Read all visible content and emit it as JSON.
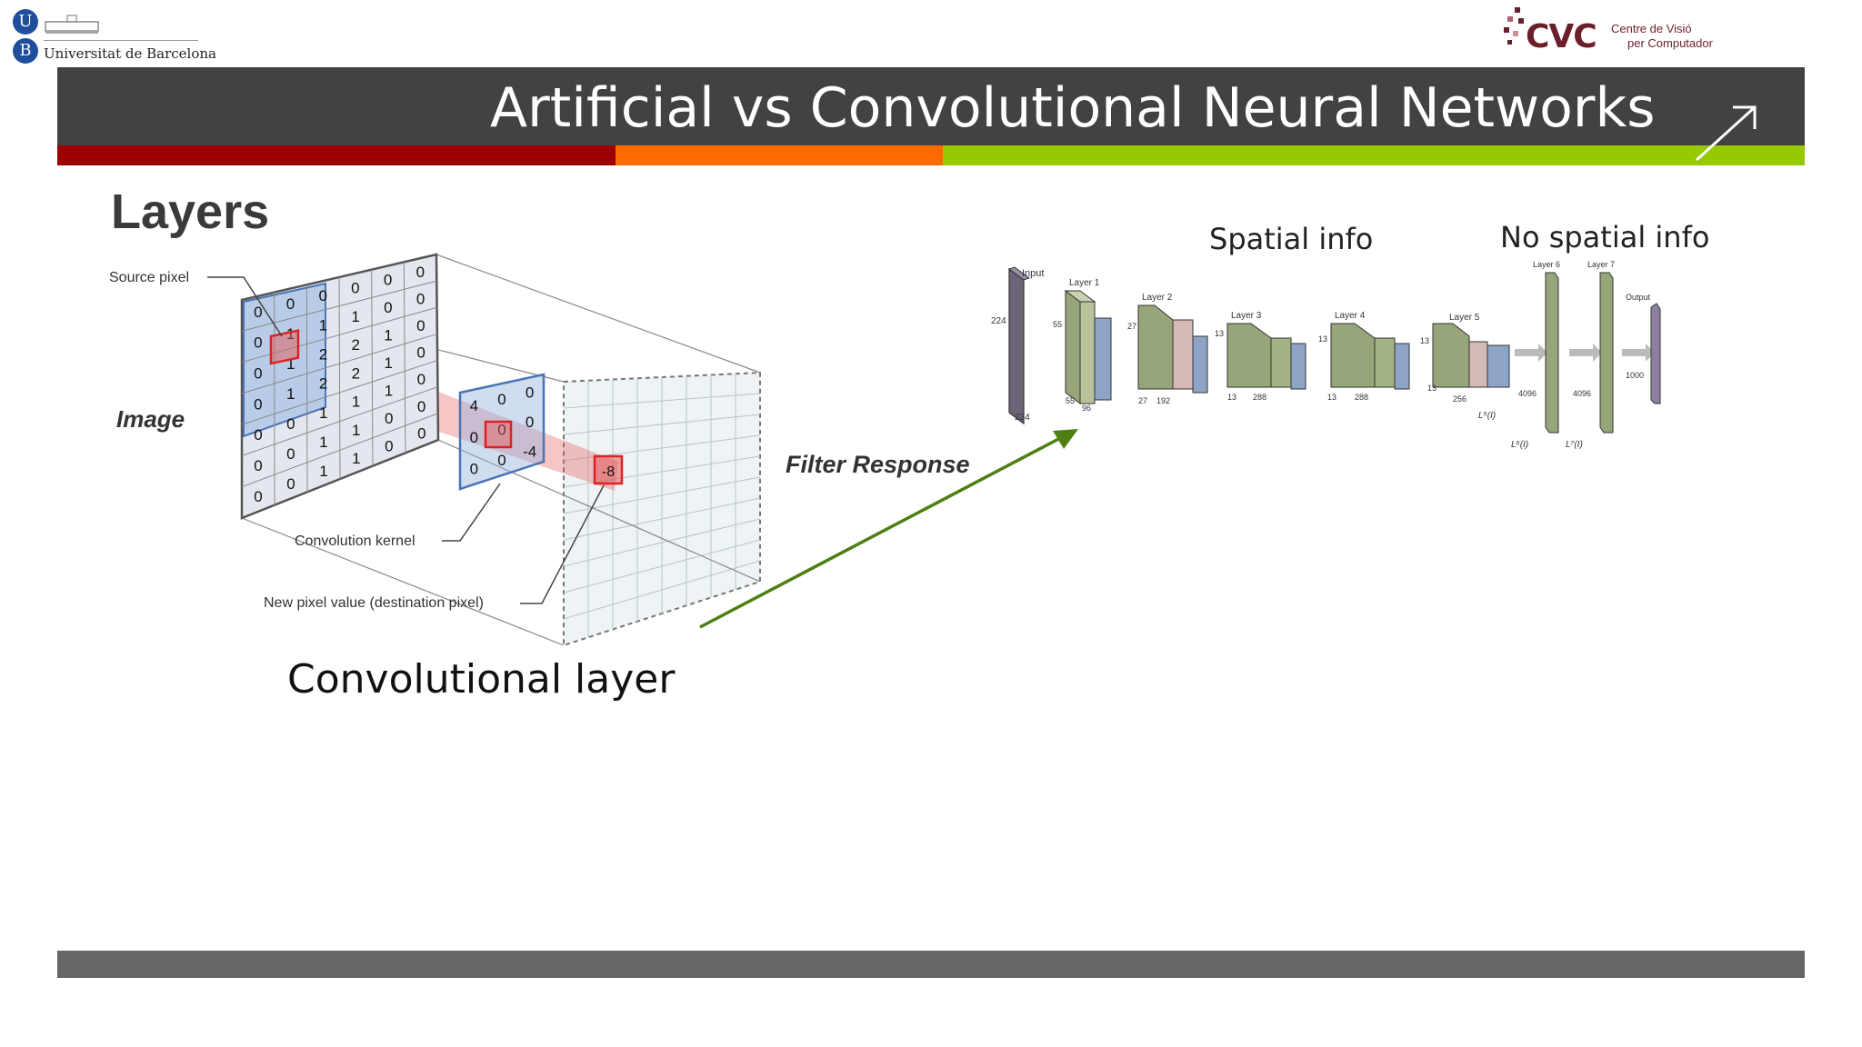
{
  "header": {
    "ub_logo": {
      "letter_u": "U",
      "letter_b": "B",
      "name": "Universitat de Barcelona"
    },
    "cvc_logo": {
      "mark": "CVC",
      "line1": "Centre de Visió",
      "line2": "per Computador"
    }
  },
  "slide": {
    "title": "Artificial vs Convolutional Neural Networks",
    "section_title": "Layers",
    "caption": "Convolutional layer",
    "arrow_label": "Filter Response",
    "colors": {
      "title_band": "#424242",
      "strip_red": "#9c0000",
      "strip_orange": "#ff6a00",
      "strip_green": "#97c900",
      "arrow": "#4d7f12",
      "footer": "#666666"
    }
  },
  "conv_figure": {
    "labels": {
      "source_pixel": "Source pixel",
      "image": "Image",
      "kernel": "Convolution kernel",
      "new_pixel": "New pixel value (destination pixel)"
    },
    "image_grid": [
      [
        "0",
        "0",
        "0",
        "0",
        "0",
        "0"
      ],
      [
        "0",
        "1",
        "1",
        "1",
        "0",
        "0"
      ],
      [
        "0",
        "1",
        "2",
        "2",
        "1",
        "0"
      ],
      [
        "0",
        "1",
        "2",
        "2",
        "1",
        "0"
      ],
      [
        "0",
        "0",
        "1",
        "1",
        "1",
        "0"
      ],
      [
        "0",
        "0",
        "1",
        "1",
        "0",
        "0"
      ],
      [
        "0",
        "0",
        "1",
        "1",
        "0",
        "0"
      ]
    ],
    "kernel_grid": [
      [
        "4",
        "0",
        "0"
      ],
      [
        "0",
        "0",
        "0"
      ],
      [
        "0",
        "0",
        "-4"
      ]
    ],
    "destination_value": "-8"
  },
  "cnn_figure": {
    "spatial_label": "Spatial info",
    "no_spatial_label": "No spatial info",
    "blocks": [
      {
        "name": "Input",
        "dims": [
          "224",
          "224"
        ]
      },
      {
        "name": "Layer 1",
        "dims": [
          "55",
          "55",
          "96"
        ]
      },
      {
        "name": "Layer 2",
        "dims": [
          "27",
          "27",
          "192"
        ]
      },
      {
        "name": "Layer 3",
        "dims": [
          "13",
          "13",
          "288"
        ]
      },
      {
        "name": "Layer 4",
        "dims": [
          "13",
          "13",
          "288"
        ]
      },
      {
        "name": "Layer 5",
        "dims": [
          "13",
          "13",
          "256"
        ]
      },
      {
        "name": "Layer 6",
        "dims": [
          "4096"
        ]
      },
      {
        "name": "Layer 7",
        "dims": [
          "4096"
        ]
      },
      {
        "name": "Output",
        "dims": [
          "1000"
        ]
      }
    ],
    "loss_labels": [
      "L⁵(I)",
      "L⁶(I)",
      "L⁷(I)"
    ]
  }
}
